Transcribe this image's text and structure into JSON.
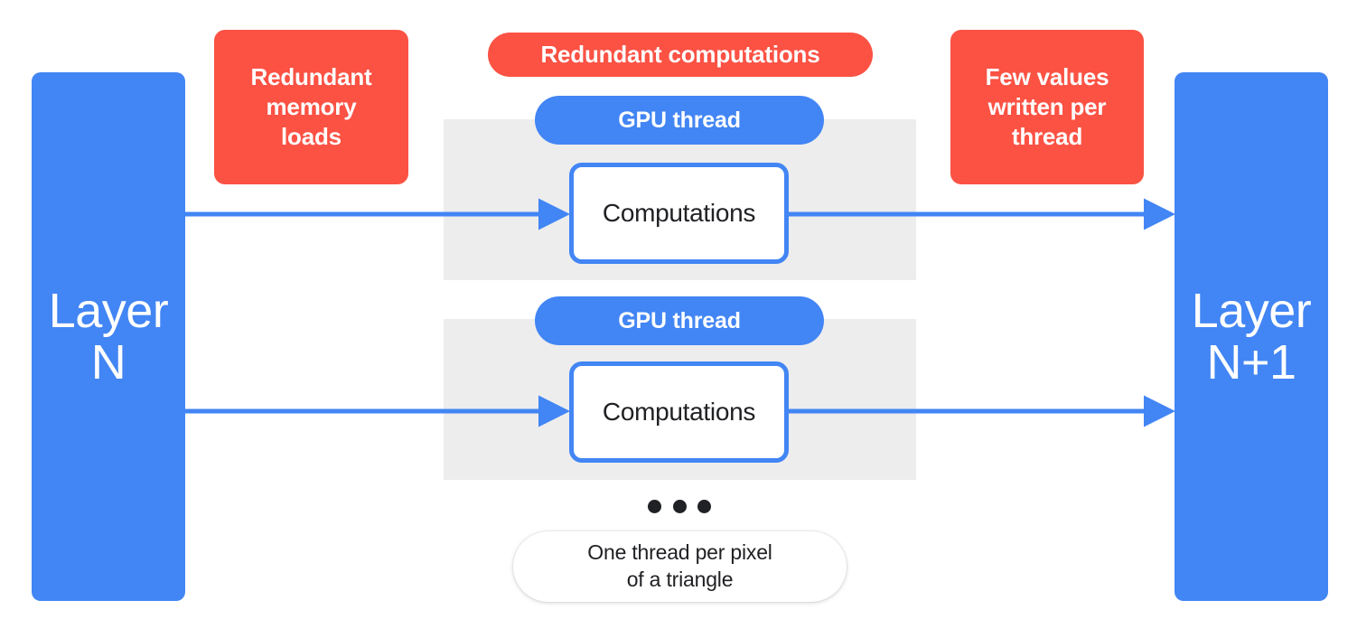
{
  "diagram": {
    "title": "GPU thread redundancy diagram",
    "colors": {
      "blue": "#4285F4",
      "red": "#FB5244",
      "gray_band": "#EDEDED",
      "text_dark": "#202124",
      "background": "#FFFFFF"
    }
  },
  "layers": {
    "input": {
      "label": "Layer\nN"
    },
    "output": {
      "label": "Layer\nN+1"
    }
  },
  "callouts": {
    "memory_loads": {
      "label": "Redundant\nmemory\nloads"
    },
    "redundant_computations": {
      "label": "Redundant computations"
    },
    "few_values": {
      "label": "Few values\nwritten per\nthread"
    }
  },
  "threads": [
    {
      "pill_label": "GPU thread",
      "box_label": "Computations"
    },
    {
      "pill_label": "GPU thread",
      "box_label": "Computations"
    }
  ],
  "ellipsis": {
    "dots": 3
  },
  "caption": {
    "label": "One thread per pixel\nof a triangle"
  }
}
